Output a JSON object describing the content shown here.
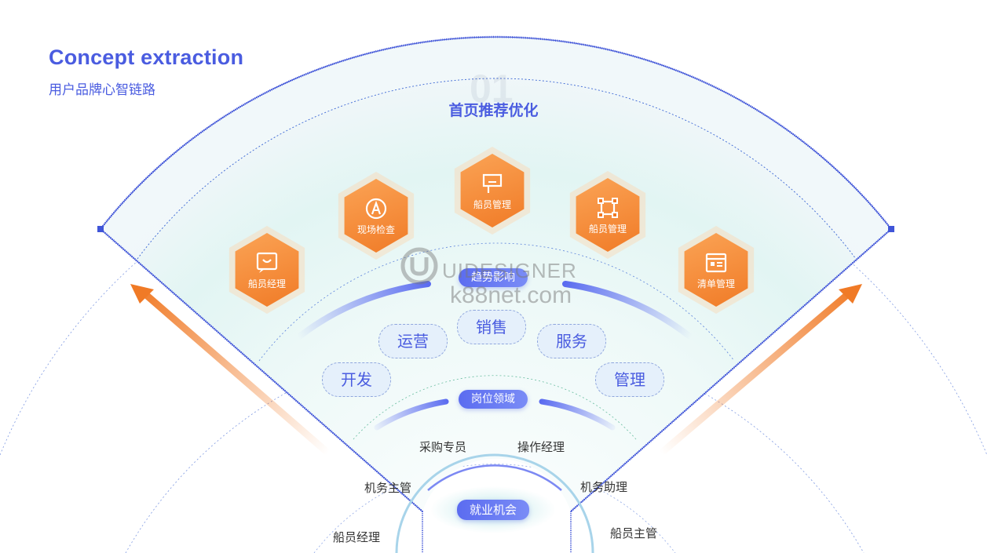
{
  "header": {
    "title_en": "Concept extraction",
    "title_cn": "用户品牌心智链路",
    "big_number": "01"
  },
  "top_section": {
    "title": "首页推荐优化"
  },
  "hexagons": [
    {
      "label": "船员经理",
      "icon": "message-smile-icon"
    },
    {
      "label": "现场检查",
      "icon": "compass-icon"
    },
    {
      "label": "船员管理",
      "icon": "board-icon"
    },
    {
      "label": "船员管理",
      "icon": "frame-icon"
    },
    {
      "label": "清单管理",
      "icon": "browser-icon"
    }
  ],
  "trend_pill": "趋势影响",
  "bubbles": [
    "运营",
    "销售",
    "服务",
    "开发",
    "管理"
  ],
  "position_pill": "岗位领域",
  "roles": [
    "采购专员",
    "操作经理",
    "机务主管",
    "机务助理",
    "船员经理",
    "船员主管"
  ],
  "center_pill": "就业机会",
  "watermark": {
    "brand": "UIDESIGNER",
    "site": "k88net.com"
  },
  "colors": {
    "accent_blue": "#4a5ce0",
    "accent_orange": "#f07a26"
  }
}
